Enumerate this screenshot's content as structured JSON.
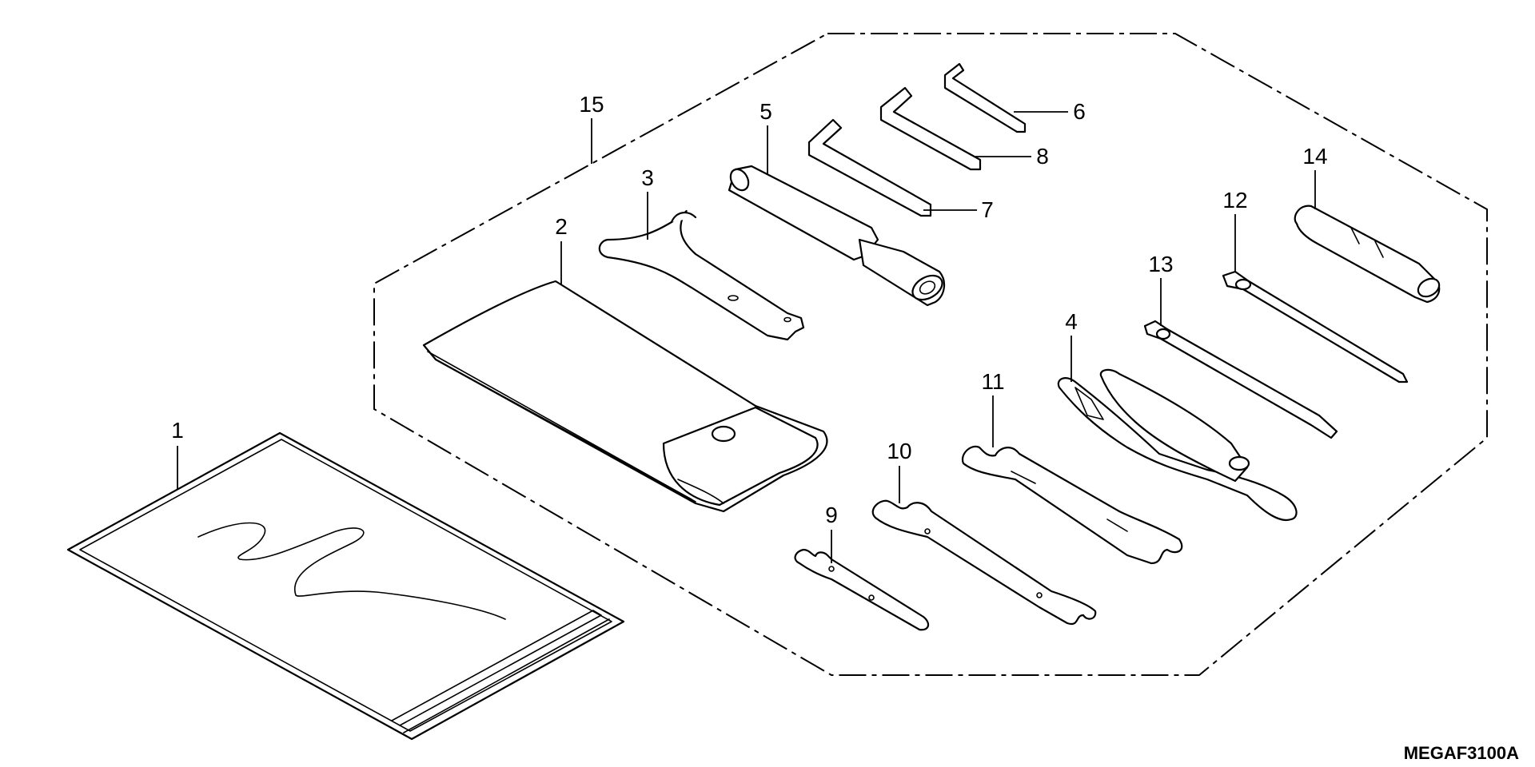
{
  "diagram": {
    "code": "MEGAF3100A",
    "callouts": [
      {
        "id": "c1",
        "label": "1"
      },
      {
        "id": "c2",
        "label": "2"
      },
      {
        "id": "c3",
        "label": "3"
      },
      {
        "id": "c4",
        "label": "4"
      },
      {
        "id": "c5",
        "label": "5"
      },
      {
        "id": "c6",
        "label": "6"
      },
      {
        "id": "c7",
        "label": "7"
      },
      {
        "id": "c8",
        "label": "8"
      },
      {
        "id": "c9",
        "label": "9"
      },
      {
        "id": "c10",
        "label": "10"
      },
      {
        "id": "c11",
        "label": "11"
      },
      {
        "id": "c12",
        "label": "12"
      },
      {
        "id": "c13",
        "label": "13"
      },
      {
        "id": "c14",
        "label": "14"
      },
      {
        "id": "c15",
        "label": "15"
      }
    ]
  }
}
